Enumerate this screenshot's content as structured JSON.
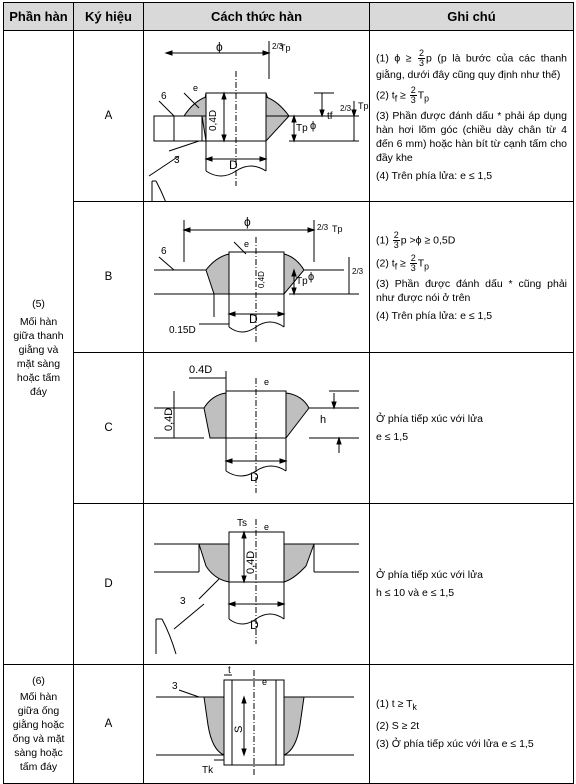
{
  "header": {
    "col1": "Phần hàn",
    "col2": "Ký hiệu",
    "col3": "Cách thức hàn",
    "col4": "Ghi chú"
  },
  "group5": {
    "num": "(5)",
    "name": "Mối hàn giữa thanh giằng và mặt sàng hoặc tấm đáy"
  },
  "group6": {
    "num": "(6)",
    "name": "Mối hàn giữa ống giằng hoặc ống và mặt sàng hoặc tấm đáy"
  },
  "rows": {
    "r5a": {
      "symbol": "A",
      "n1_a": "(1)",
      "n1_b": "ϕ ≥",
      "n1_c": "p (p là bước của các thanh giằng, dưới đây cũng quy định như thế)",
      "n2_a": "(2)",
      "n2_b": "t",
      "n2_c": "f",
      "n2_d": "≥",
      "n2_e": "T",
      "n2_f": "p",
      "n3": "(3) Phần được đánh dấu * phải áp dụng hàn hơi lõm góc (chiều dày chân từ 4 đến 6 mm) hoặc hàn bít từ cạnh tấm cho đầy khe",
      "n4": "(4) Trên phía lửa: e ≤ 1,5"
    },
    "r5b": {
      "symbol": "B",
      "n1_a": "(1)",
      "n1_b": "p >ϕ ≥ 0,5D",
      "n2_a": "(2)",
      "n2_b": "t",
      "n2_c": "f",
      "n2_d": "≥",
      "n2_e": "T",
      "n2_f": "p",
      "n3": "(3) Phần được đánh dấu * cũng phải như được nói ở trên",
      "n4": "(4) Trên phía lửa: e ≤ 1,5"
    },
    "r5c": {
      "symbol": "C",
      "n1": "Ở phía tiếp xúc với lửa",
      "n2": "e ≤ 1,5"
    },
    "r5d": {
      "symbol": "D",
      "n1": "Ở phía tiếp xúc với lửa",
      "n2": "h ≤ 10 và e ≤ 1,5"
    },
    "r6a": {
      "symbol": "A",
      "n1_a": "(1) t ≥ T",
      "n1_b": "k",
      "n2": "(2) S ≥ 2t",
      "n3": "(3) Ở phía tiếp xúc với lửa e ≤ 1,5"
    }
  },
  "frac": {
    "num": "2",
    "den": "3"
  },
  "labels": {
    "phi": "ϕ",
    "D": "D",
    "d04": "0,4D",
    "d04dot": "0.4D",
    "d015": "0.15D",
    "six": "6",
    "three": "3",
    "e": "e",
    "tf": "tf",
    "Tp": "Tp",
    "Tp_T": "T",
    "Tp_p": "p",
    "h": "h",
    "t": "t",
    "S": "S",
    "Tk": "Tk",
    "Ts": "Ts",
    "phiSmall": "ϕ",
    "f23": "2/3",
    "f23n": "2",
    "f23d": "3"
  }
}
